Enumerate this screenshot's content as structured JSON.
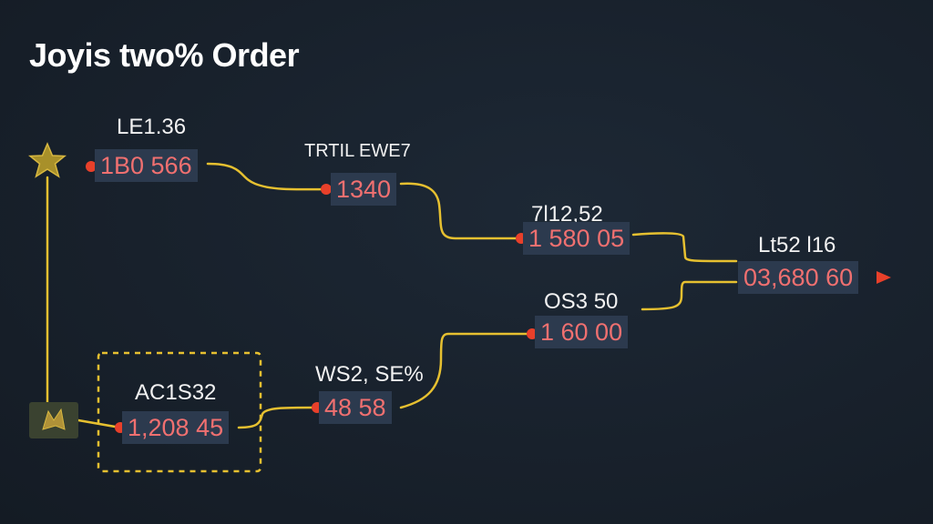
{
  "title": "Joyis two% Order",
  "colors": {
    "background": "#17202b",
    "connector": "#e6c030",
    "value_text": "#f07070",
    "value_box": "#2c3a4e",
    "arrow_dot": "#e8402a"
  },
  "icons": [
    "star-icon",
    "badge-icon"
  ],
  "nodes": [
    {
      "id": "n1",
      "label": "LE1.36",
      "value": "1B0 566"
    },
    {
      "id": "n2",
      "label": "TRTIL EWE7",
      "value": "1340"
    },
    {
      "id": "n3",
      "label": "7l12,52",
      "value": "1 580 05"
    },
    {
      "id": "n4",
      "label": "Lt52 l16",
      "value": "03,680 60"
    },
    {
      "id": "n5",
      "label": "OS3 50",
      "value": "1 60 00"
    },
    {
      "id": "n6",
      "label": "WS2, SE%",
      "value": "48 58"
    },
    {
      "id": "n7",
      "label": "AC1S32",
      "value": "1,208 45"
    }
  ]
}
